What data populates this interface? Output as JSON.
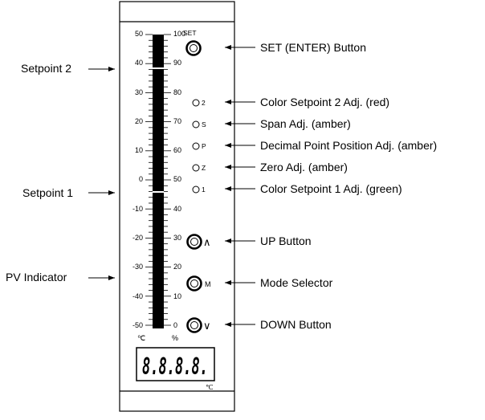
{
  "left_scale": {
    "unit": "℃",
    "ticks": [
      "50",
      "40",
      "30",
      "20",
      "10",
      "0",
      "-10",
      "-20",
      "-30",
      "-40",
      "-50"
    ]
  },
  "right_scale": {
    "unit": "%",
    "ticks": [
      "100",
      "90",
      "80",
      "70",
      "60",
      "50",
      "40",
      "30",
      "20",
      "10",
      "0"
    ]
  },
  "top_label": "SET",
  "display": {
    "digits": "8.8.8.8.",
    "unit": "℃"
  },
  "leds": {
    "setpoint2": "2",
    "span": "S",
    "decimal": "P",
    "zero": "Z",
    "setpoint1": "1"
  },
  "buttons": {
    "up": "∧",
    "mode": "M",
    "down": "∨"
  },
  "callouts": {
    "setpoint2": "Setpoint 2",
    "setpoint1": "Setpoint 1",
    "pv_indicator": "PV Indicator",
    "set_button": "SET (ENTER) Button",
    "color_sp2": "Color Setpoint 2 Adj. (red)",
    "span_adj": "Span Adj. (amber)",
    "decimal_adj": "Decimal Point Position Adj. (amber)",
    "zero_adj": "Zero Adj. (amber)",
    "color_sp1": "Color Setpoint 1 Adj. (green)",
    "up_button": "UP Button",
    "mode_selector": "Mode Selector",
    "down_button": "DOWN Button"
  }
}
